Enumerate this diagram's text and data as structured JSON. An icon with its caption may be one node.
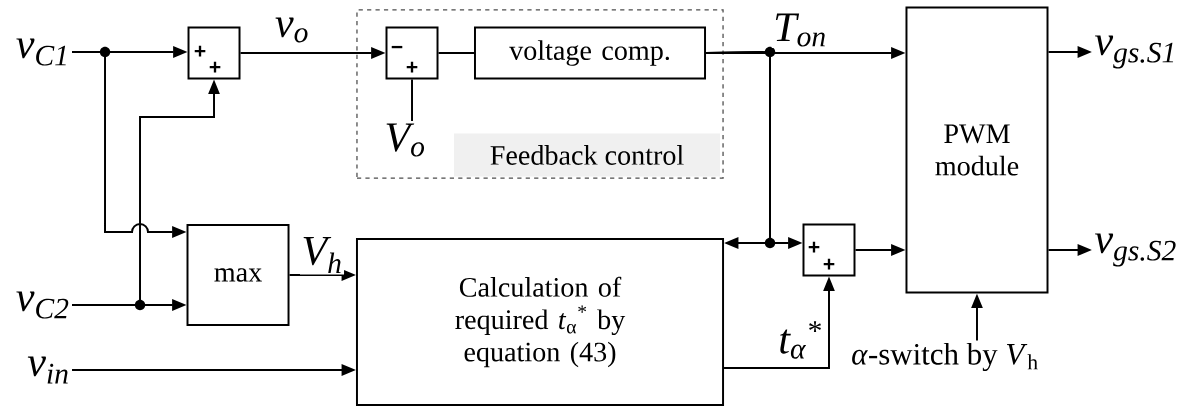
{
  "diagram": {
    "nodes": [
      {
        "text": [
          "v$_{C1}$"
        ]
      },
      {
        "text": [
          "v$_{C2}$"
        ]
      },
      {
        "text": [
          "v$_{in}$"
        ]
      },
      {
        "text": [
          "+",
          "+"
        ]
      },
      {
        "text": [
          "max"
        ]
      },
      {
        "text": [
          "Feedback control"
        ]
      },
      {
        "text": [
          "−",
          "+"
        ],
        "in": 5
      },
      {
        "text": [
          "voltage comp."
        ],
        "in": 5
      },
      {
        "text": [
          "V$_{o}$"
        ],
        "in": 5
      },
      {
        "text": [
          "Calculation of required *t*$_{α}$$^{*}$ by equation (43)"
        ]
      },
      {
        "text": [
          "+",
          "+"
        ]
      },
      {
        "text": [
          "PWM module"
        ]
      },
      {
        "text": [
          "v$_{gs.S1}$"
        ]
      },
      {
        "text": [
          "v$_{gs.S2}$"
        ]
      },
      {
        "text": [
          "*α*-switch by *V*$_{h}$"
        ]
      }
    ],
    "edges": [
      {
        "from": 0,
        "to": 3,
        "arrow": "to"
      },
      {
        "from": 0,
        "to": 4,
        "arrow": "to"
      },
      {
        "from": 1,
        "to": 4,
        "arrow": "to"
      },
      {
        "from": 1,
        "to": 3,
        "arrow": "to"
      },
      {
        "from": 3,
        "to": 6,
        "arrow": "to",
        "label": "v$_{o}$"
      },
      {
        "from": 8,
        "to": 6,
        "arrow": "none"
      },
      {
        "from": 6,
        "to": 7,
        "arrow": "none"
      },
      {
        "from": 7,
        "to": 11,
        "arrow": "to",
        "label": "T$_{on}$"
      },
      {
        "from": 7,
        "to": 9,
        "arrow": "to"
      },
      {
        "from": 7,
        "to": 10,
        "arrow": "to"
      },
      {
        "from": 4,
        "to": 9,
        "arrow": "to",
        "label": "V$_{h}$"
      },
      {
        "from": 2,
        "to": 9,
        "arrow": "to"
      },
      {
        "from": 9,
        "to": 10,
        "arrow": "to",
        "label": "t$_{α}$$^{*}$"
      },
      {
        "from": 10,
        "to": 11,
        "arrow": "to"
      },
      {
        "from": 11,
        "to": 12,
        "arrow": "to"
      },
      {
        "from": 11,
        "to": 13,
        "arrow": "to"
      },
      {
        "from": 14,
        "to": 11,
        "arrow": "to"
      }
    ]
  }
}
